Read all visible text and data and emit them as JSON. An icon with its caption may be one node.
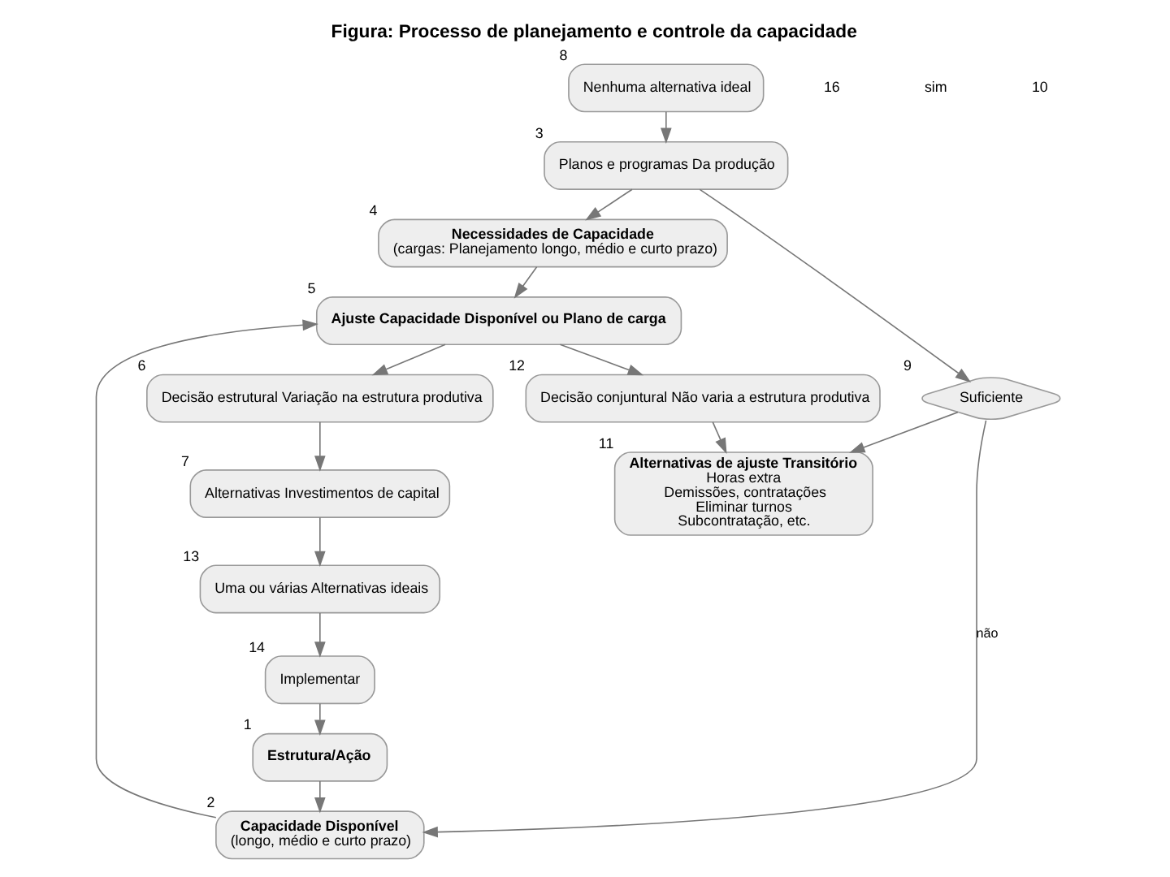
{
  "diagram": {
    "title": "Figura: Processo de planejamento e controle da capacidade",
    "nodes": [
      {
        "text": [
          "Nenhuma alternativa ideal"
        ],
        "beside": [
          "8"
        ]
      },
      {
        "text": [
          "Uma ou várias Alternativas ideais"
        ],
        "beside": [
          "13"
        ]
      },
      {
        "text": [
          "Implementar"
        ],
        "beside": [
          "14"
        ]
      },
      {
        "text": [
          "Estrutura/Ação"
        ],
        "beside": [
          "1"
        ]
      },
      {
        "text": [
          "Capacidade Disponível",
          "(longo, médio e curto prazo)"
        ],
        "beside": [
          "2"
        ]
      },
      {
        "text": [
          "Necessidades de Capacidade",
          "(cargas: Planejamento longo, médio e curto prazo)"
        ],
        "beside": [
          "4"
        ]
      },
      {
        "text": [
          "Planos e programas Da produção"
        ],
        "beside": [
          "3"
        ]
      },
      {
        "text": [
          "Suficiente"
        ],
        "beside": [
          "9"
        ]
      },
      {
        "text": [
          "Alternativas Investimentos de capital"
        ],
        "beside": [
          "7"
        ]
      },
      {
        "text": [
          "Decisão estrutural Variação na estrutura produtiva"
        ],
        "beside": [
          "6"
        ]
      },
      {
        "text": [
          "Ajuste Capacidade Disponível ou Plano de carga"
        ],
        "beside": [
          "5"
        ]
      },
      {
        "text": [
          "Decisão conjuntural Não varia a estrutura produtiva"
        ],
        "beside": [
          "12"
        ]
      },
      {
        "text": [
          "Alternativas de ajuste Transitório",
          "Horas extra",
          "Demissões, contratações",
          "Eliminar turnos",
          "Subcontratação, etc."
        ],
        "beside": [
          "11"
        ]
      }
    ],
    "edges": [
      {
        "from": 8,
        "to": 1,
        "arrow": "to"
      },
      {
        "from": 1,
        "to": 2,
        "arrow": "to"
      },
      {
        "from": 2,
        "to": 3,
        "arrow": "to"
      },
      {
        "from": 3,
        "to": 4,
        "arrow": "to"
      },
      {
        "from": 6,
        "to": 5,
        "arrow": "to"
      },
      {
        "from": 0,
        "to": 6,
        "arrow": "to"
      },
      {
        "from": 6,
        "to": 7,
        "arrow": "to"
      },
      {
        "from": 7,
        "to": 4,
        "arrow": "to",
        "label": "não"
      },
      {
        "from": 7,
        "to": 12,
        "arrow": "to"
      },
      {
        "from": 4,
        "to": 10,
        "arrow": "to"
      },
      {
        "from": 5,
        "to": 10,
        "arrow": "to"
      },
      {
        "from": 10,
        "to": 9,
        "arrow": "to"
      },
      {
        "from": 9,
        "to": 8,
        "arrow": "to"
      },
      {
        "from": 10,
        "to": 11,
        "arrow": "to"
      },
      {
        "from": 11,
        "to": 12,
        "arrow": "to"
      }
    ],
    "labels": [
      "16",
      "sim",
      "10"
    ]
  }
}
